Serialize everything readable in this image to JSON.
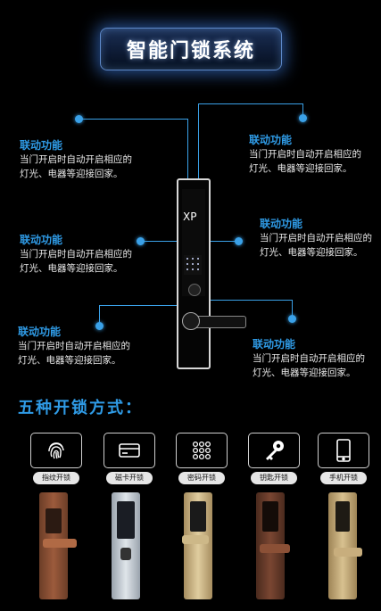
{
  "title": "智能门锁系统",
  "features": [
    {
      "heading": "联动功能",
      "body": "当门开启时自动开启相应的灯光、电器等迎接回家。"
    },
    {
      "heading": "联动功能",
      "body": "当门开启时自动开启相应的灯光、电器等迎接回家。"
    },
    {
      "heading": "联动功能",
      "body": "当门开启时自动开启相应的灯光、电器等迎接回家。"
    },
    {
      "heading": "联动功能",
      "body": "当门开启时自动开启相应的灯光、电器等迎接回家。"
    },
    {
      "heading": "联动功能",
      "body": "当门开启时自动开启相应的灯光、电器等迎接回家。"
    },
    {
      "heading": "联动功能",
      "body": "当门开启时自动开启相应的灯光、电器等迎接回家。"
    }
  ],
  "lock_brand": "XP",
  "methods_title": "五种开锁方式：",
  "methods": [
    {
      "label": "指纹开锁",
      "icon": "fingerprint-icon"
    },
    {
      "label": "磁卡开锁",
      "icon": "card-icon"
    },
    {
      "label": "密码开锁",
      "icon": "keypad-icon"
    },
    {
      "label": "钥匙开锁",
      "icon": "key-icon"
    },
    {
      "label": "手机开锁",
      "icon": "phone-icon"
    }
  ],
  "colors": {
    "accent": "#2f9be6",
    "background": "#000000"
  }
}
